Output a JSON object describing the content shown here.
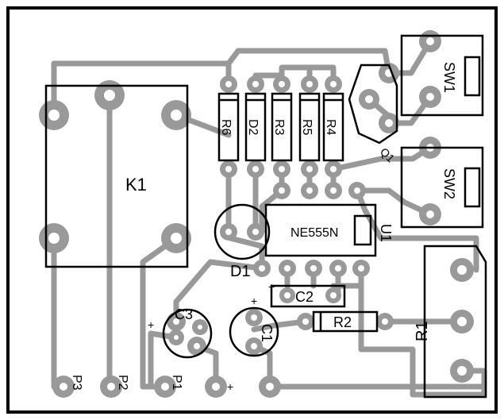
{
  "board": {
    "labels": {
      "k1": "K1",
      "r6": "R6",
      "d2": "D2",
      "r3": "R3",
      "r5": "R5",
      "r4": "R4",
      "sw1": "SW1",
      "sw2": "SW2",
      "q1": "Q1",
      "ne555n": "NE555N",
      "u1": "U1",
      "d1": "D1",
      "c2": "C2",
      "c3": "C3",
      "c1": "C1",
      "r2": "R2",
      "r1": "R1",
      "p3": "P3",
      "p2": "P2",
      "p1": "P1"
    },
    "polarity": {
      "plus": "+"
    }
  }
}
